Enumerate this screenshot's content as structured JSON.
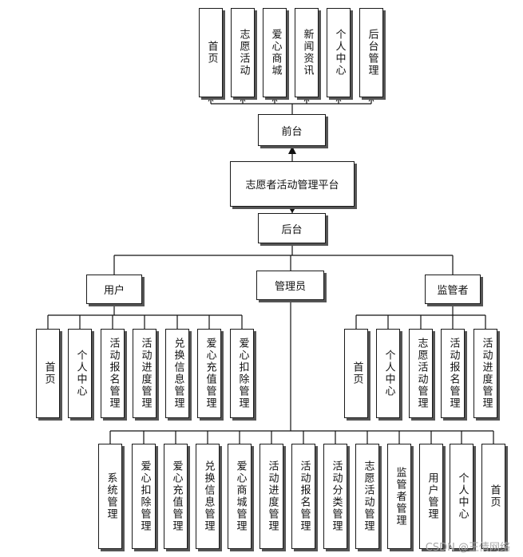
{
  "platform": "志愿者活动管理平台",
  "frontend": {
    "label": "前台",
    "modules": [
      "首页",
      "志愿活动",
      "爱心商城",
      "新闻资讯",
      "个人中心",
      "后台管理"
    ]
  },
  "backend": {
    "label": "后台"
  },
  "user": {
    "label": "用户",
    "modules": [
      "首页",
      "个人中心",
      "活动报名管理",
      "活动进度管理",
      "兑换信息管理",
      "爱心充值管理",
      "爱心扣除管理"
    ]
  },
  "admin": {
    "label": "管理员",
    "modules": [
      "系统管理",
      "爱心扣除管理",
      "爱心充值管理",
      "兑换信息管理",
      "爱心商城管理",
      "活动进度管理",
      "活动报名管理",
      "活动分类管理",
      "志愿活动管理",
      "监管者管理",
      "用户管理",
      "个人中心",
      "首页"
    ]
  },
  "supervisor": {
    "label": "监管者",
    "modules": [
      "首页",
      "个人中心",
      "志愿活动管理",
      "活动报名管理",
      "活动进度管理"
    ]
  },
  "watermark": "CSDN @王倩网络"
}
